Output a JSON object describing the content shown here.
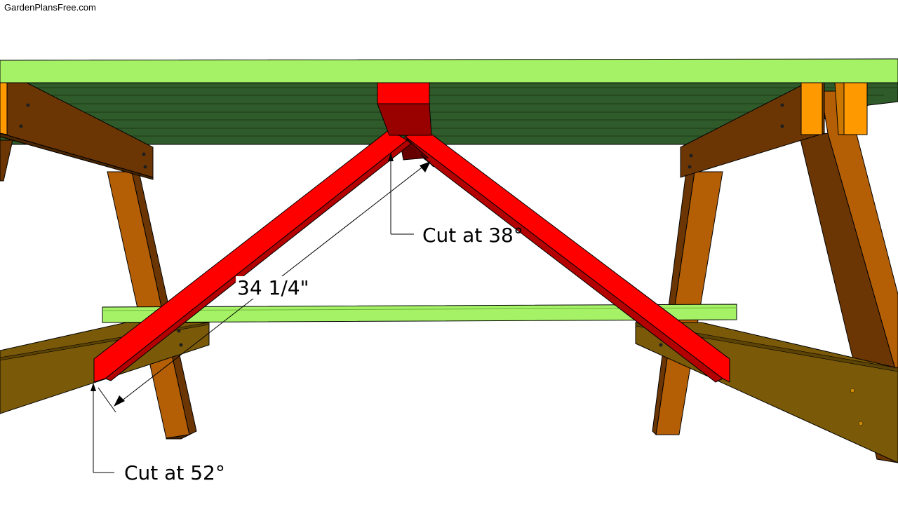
{
  "watermark": "GardenPlansFree.com",
  "annotations": {
    "top_cut": "Cut at 38°",
    "length": "34 1/4\"",
    "bottom_cut": "Cut at 52°"
  },
  "colors": {
    "tabletop_green": "#a6f267",
    "underside_green": "#2f5a29",
    "brace_red": "#ff0000",
    "leg_brown": "#b45f06",
    "apron_brown": "#6b3604",
    "seat_support_olive": "#7a5a08",
    "cleat_orange": "#ff9900"
  }
}
